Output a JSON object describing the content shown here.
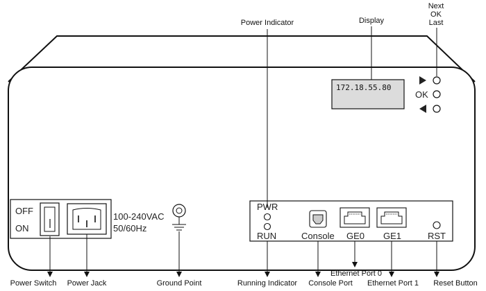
{
  "callouts": {
    "power_indicator": "Power Indicator",
    "display": "Display",
    "next": "Next",
    "ok": "OK",
    "last": "Last",
    "power_switch": "Power Switch",
    "power_jack": "Power Jack",
    "ground_point": "Ground Point",
    "running_indicator": "Running Indicator",
    "console_port": "Console Port",
    "ethernet_port_0": "Ethernet Port 0",
    "ethernet_port_1": "Ethernet Port 1",
    "reset_button": "Reset Button"
  },
  "panel": {
    "display_text": "172.18.55.80",
    "ok_key": "OK",
    "off": "OFF",
    "on": "ON",
    "voltage": "100-240VAC",
    "frequency": "50/60Hz",
    "pwr": "PWR",
    "run": "RUN",
    "console": "Console",
    "ge0": "GE0",
    "ge1": "GE1",
    "rst": "RST"
  }
}
